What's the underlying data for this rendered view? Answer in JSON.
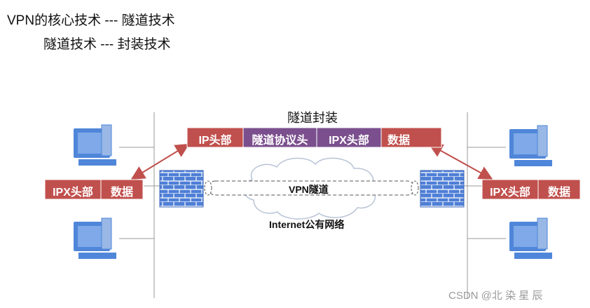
{
  "heading": {
    "line1": "VPN的核心技术 --- 隧道技术",
    "line2": "隧道技术 --- 封装技术"
  },
  "diagram": {
    "encap_title": "隧道封装",
    "packet_top": [
      "IP头部",
      "隧道协议头",
      "IPX头部",
      "数据"
    ],
    "packet_left": [
      "IPX头部",
      "数据"
    ],
    "packet_right": [
      "IPX头部",
      "数据"
    ],
    "tunnel_label": "VPN隧道",
    "cloud_label": "Internet公有网络",
    "watermark": "CSDN @北 染 星 辰"
  },
  "colors": {
    "red": "#c0504d",
    "purple": "#7b4f8e",
    "arrow": "#c0504d",
    "firewall": "#4f7fd6"
  }
}
